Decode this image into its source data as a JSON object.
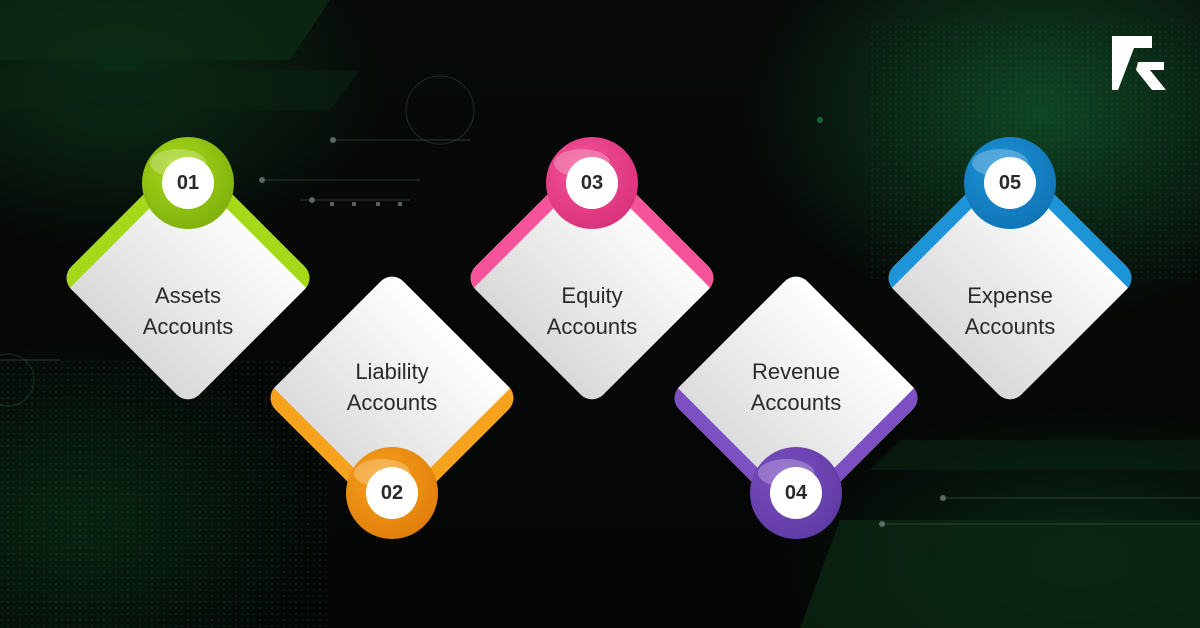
{
  "steps": [
    {
      "number": "01",
      "line1": "Assets",
      "line2": "Accounts",
      "color": "#a6d81a",
      "dark": "#7fb00c"
    },
    {
      "number": "02",
      "line1": "Liability",
      "line2": "Accounts",
      "color": "#f7a21c",
      "dark": "#e07d0a"
    },
    {
      "number": "03",
      "line1": "Equity",
      "line2": "Accounts",
      "color": "#f5549a",
      "dark": "#d93079"
    },
    {
      "number": "04",
      "line1": "Revenue",
      "line2": "Accounts",
      "color": "#7c4fc2",
      "dark": "#5f3aa3"
    },
    {
      "number": "05",
      "line1": "Expense",
      "line2": "Accounts",
      "color": "#1d93d8",
      "dark": "#0f73b4"
    }
  ],
  "logo_icon": "stylized-z-logo-icon",
  "background_color": "#060807"
}
